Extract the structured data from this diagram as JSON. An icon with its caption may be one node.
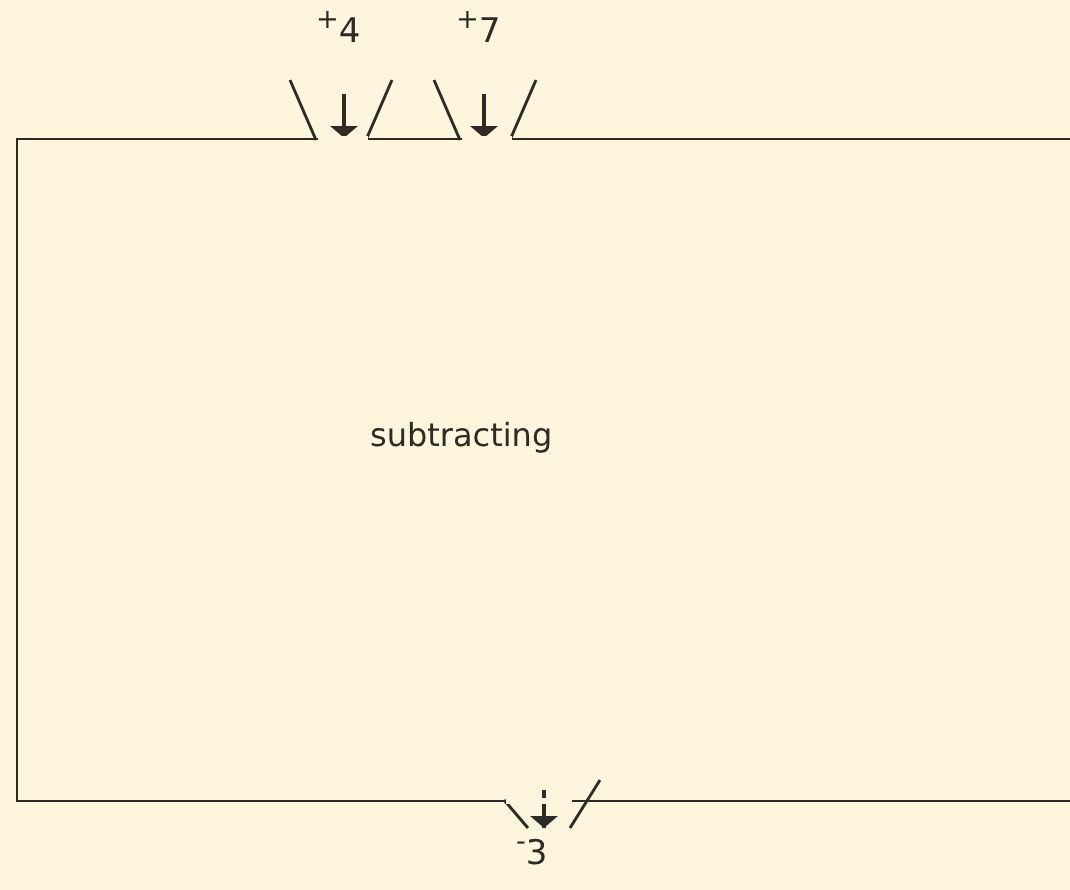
{
  "diagram": {
    "nodes": [
      {
        "text": [
          "subtracting"
        ]
      },
      {
        "text": [
          "$^{+}$4"
        ]
      },
      {
        "text": [
          "$^{+}$7"
        ]
      },
      {
        "text": [
          "$^{-}$3"
        ]
      }
    ],
    "edges": [
      {
        "from": 1,
        "to": 0,
        "arrow": "to"
      },
      {
        "from": 2,
        "to": 0,
        "arrow": "to"
      },
      {
        "from": 0,
        "to": 3,
        "arrow": "to"
      }
    ]
  }
}
